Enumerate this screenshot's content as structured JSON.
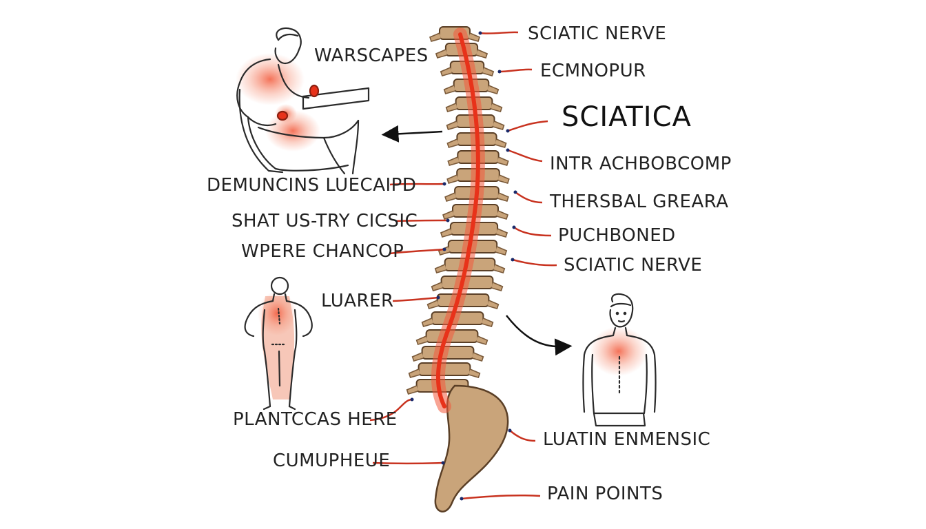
{
  "colors": {
    "ink": "#2a2a2a",
    "bone": "#c9a47a",
    "bone_dark": "#7a5a3a",
    "nerve": "#ee3b24",
    "leader": "#c8321f",
    "pain_glow": "#f25a3c"
  },
  "title": "SCIATICA",
  "labels": {
    "sciatic_nerve_top": "SCIATIC NERVE",
    "ecmnopur": "ECMNOPUR",
    "intrachbobcomp": "INTR ACHBOBCOMP",
    "thersbal_greara": "THERSBAL GREARA",
    "puchboned": "PUCHBONED",
    "sciatic_nerve_mid": "SCIATIC NERVE",
    "luatin_enmensic": "LUATIN ENMENSIC",
    "pain_points": "PAIN POINTS",
    "warscapes": "WARSCAPES",
    "demuncins": "DEMUNCINS LUECAIPD",
    "shat_us_try": "SHAT US-TRY CICSIC",
    "wpere_chancop": "WPERE CHANCOP",
    "luarer": "LUARER",
    "plantccas_here": "PLANTCCAS HERE",
    "cumupheue": "CUMUPHEUE"
  },
  "icons": [
    "seated-person-icon",
    "standing-back-figure-icon",
    "front-torso-figure-icon",
    "spine-illustration"
  ]
}
